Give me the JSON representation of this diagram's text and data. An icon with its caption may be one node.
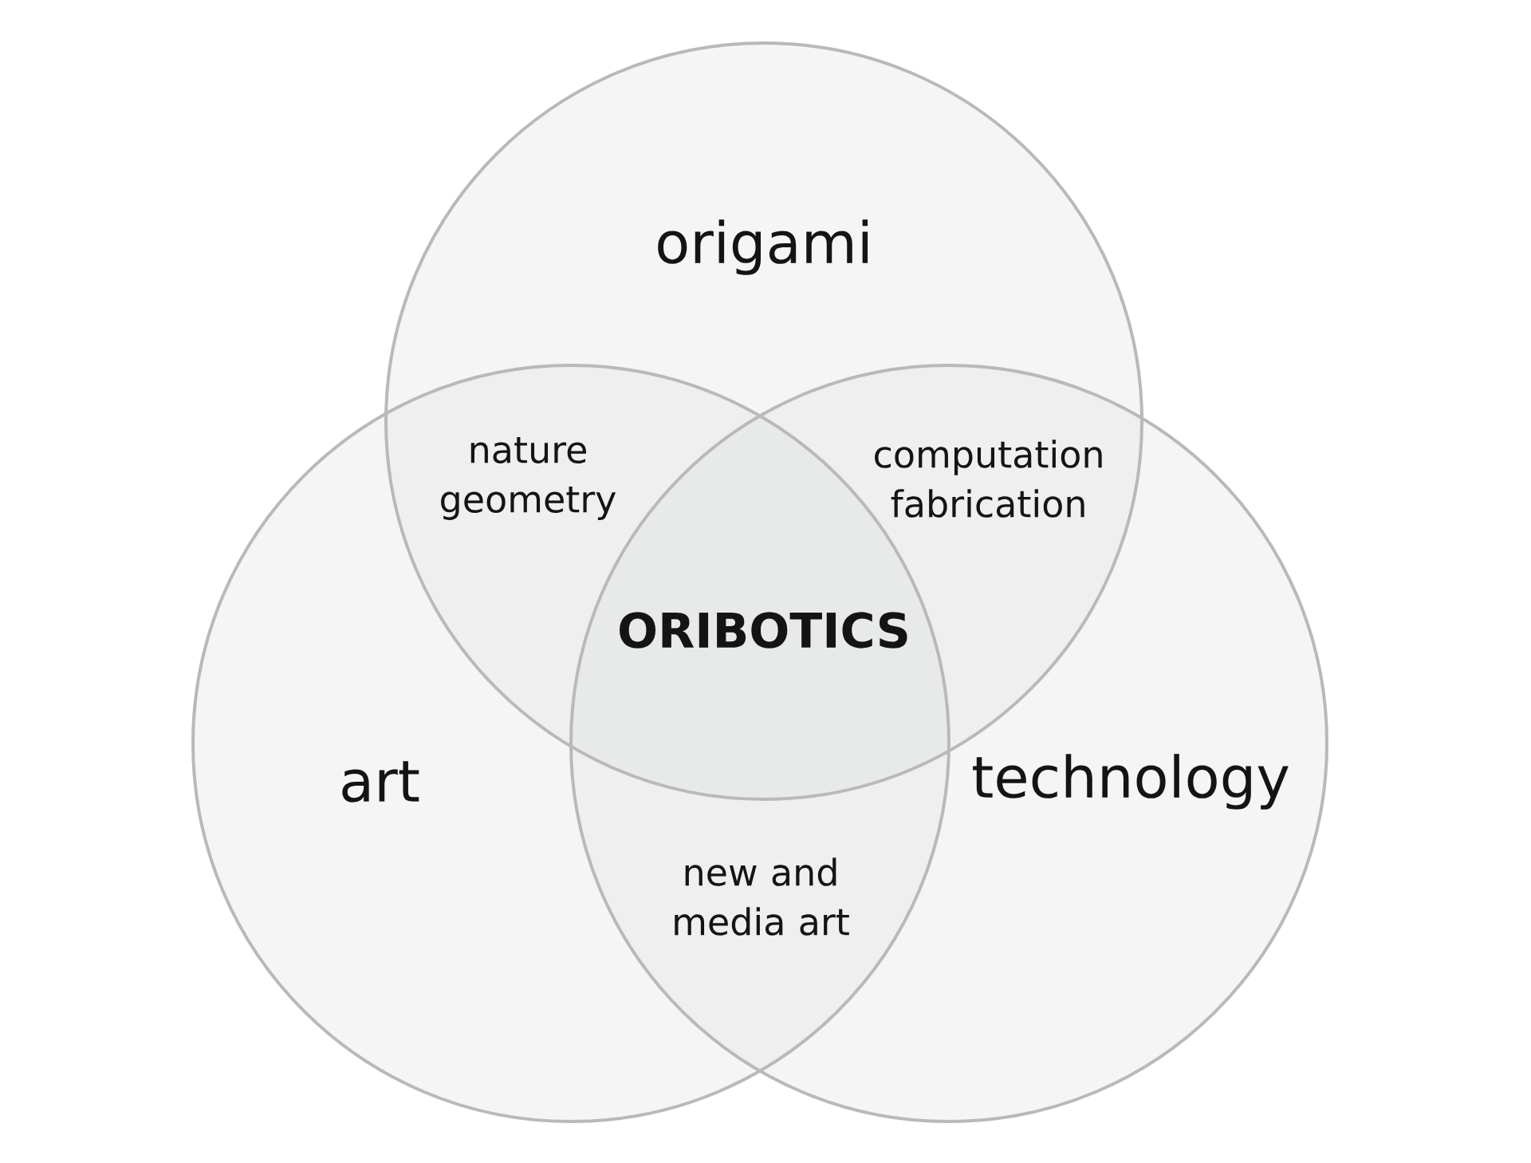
{
  "diagram": {
    "nodes": [
      {
        "text": [
          "origami"
        ]
      },
      {
        "text": [
          "art"
        ]
      },
      {
        "text": [
          "technology"
        ]
      }
    ],
    "labels": [
      "nature geometry",
      "computation fabrication",
      "ORIBOTICS",
      "new and media art"
    ]
  }
}
